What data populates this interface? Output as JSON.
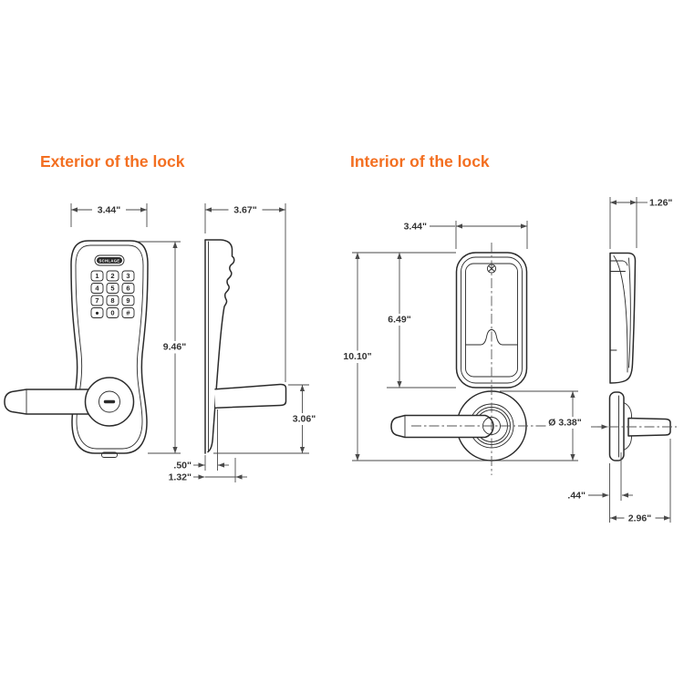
{
  "titles": {
    "exterior": "Exterior of the lock",
    "interior": "Interior of the lock"
  },
  "brand": "SCHLAGE",
  "keypad": {
    "keys": [
      "1",
      "2",
      "3",
      "4",
      "5",
      "6",
      "7",
      "8",
      "9",
      "●",
      "0",
      "#"
    ]
  },
  "dimensions": {
    "exterior": {
      "front_width": "3.44\"",
      "front_height": "9.46\"",
      "side_depth": "3.67\"",
      "lever_height": "3.06\"",
      "chassis_offset": ".50\"",
      "lever_offset": "1.32\""
    },
    "interior": {
      "front_width": "3.44\"",
      "body_height": "6.49\"",
      "total_height": "10.10\"",
      "rose_diameter": "Ø 3.38\"",
      "top_depth": "1.26\"",
      "plate_thickness": ".44\"",
      "lever_projection": "2.96\""
    }
  },
  "colors": {
    "accent": "#F36F21",
    "line": "#2b2b2b",
    "dim_line": "#4a4a4a"
  }
}
